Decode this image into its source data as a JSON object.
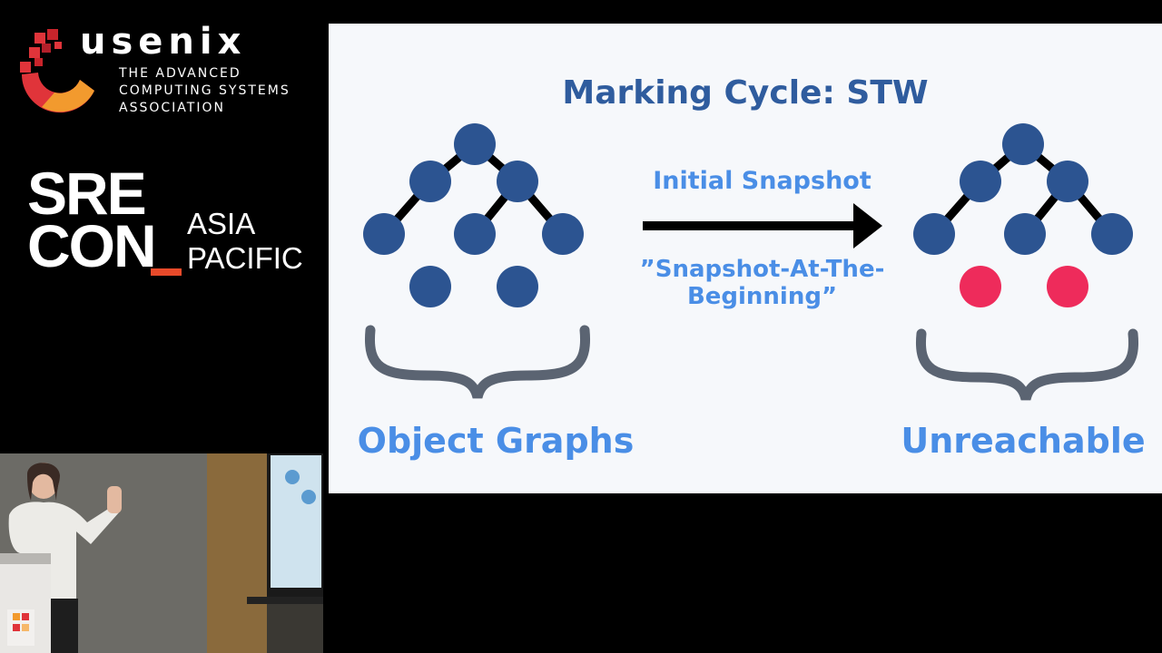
{
  "brand": {
    "usenix_word": "usenix",
    "usenix_tagline": [
      "THE ADVANCED",
      "COMPUTING SYSTEMS",
      "ASSOCIATION"
    ],
    "conference_lines": [
      "SRE",
      "CON"
    ],
    "region_lines": [
      "ASIA",
      "PACIFIC"
    ]
  },
  "slide": {
    "title": "Marking Cycle: STW",
    "arrow_label": "Initial Snapshot",
    "quote_lines": [
      "”Snapshot-At-The-",
      "Beginning”"
    ],
    "left_caption": "Object Graphs",
    "right_caption": "Unreachable"
  },
  "colors": {
    "node_blue": "#2c5491",
    "node_red": "#ee2b5b",
    "caption_blue": "#4a8ee6",
    "title_blue": "#2f5c9e",
    "brace_gray": "#5b6472",
    "slide_bg": "#f6f8fb",
    "accent_orange": "#e84a2a"
  },
  "icons": [
    "usenix-logo-icon",
    "right-arrow-icon",
    "brace-icon"
  ]
}
